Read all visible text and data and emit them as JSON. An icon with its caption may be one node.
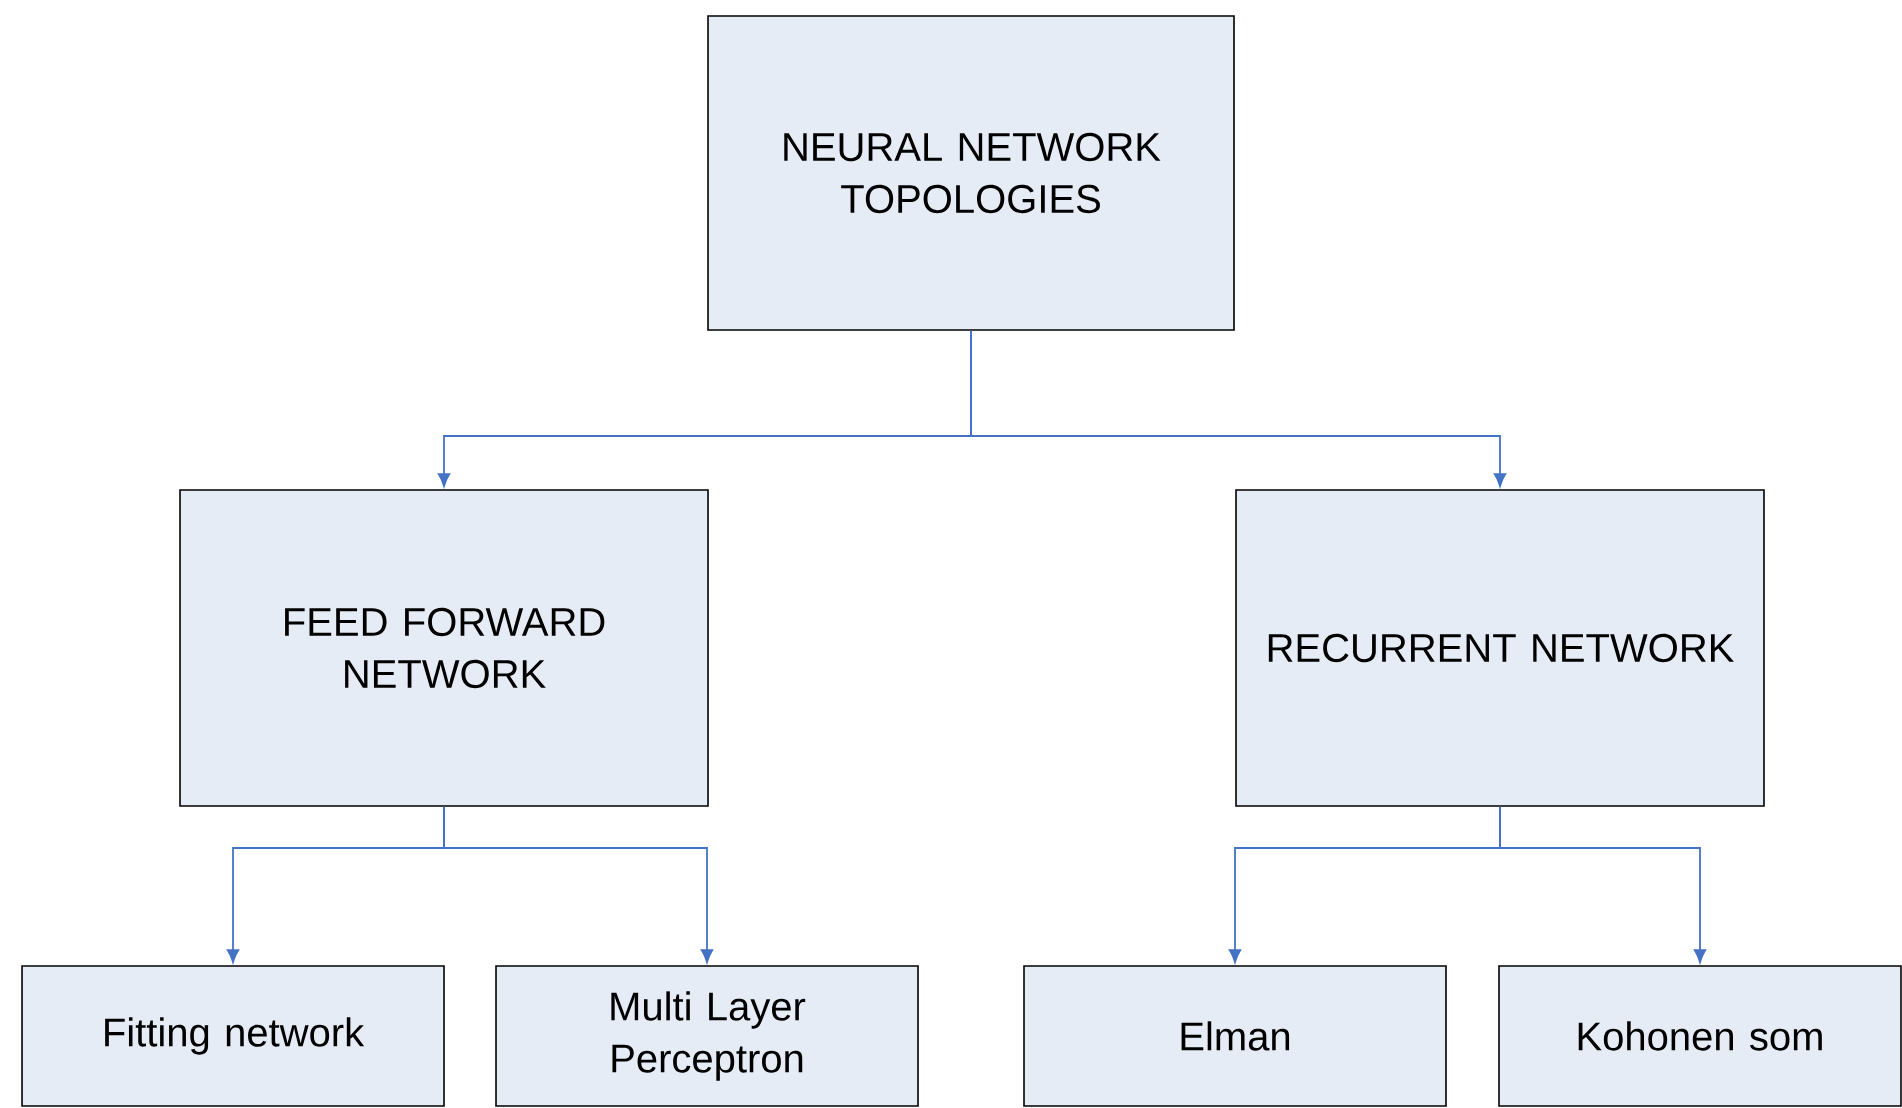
{
  "diagram": {
    "nodes": [
      {
        "text": [
          "NEURAL NETWORK TOPOLOGIES"
        ]
      },
      {
        "text": [
          "FEED FORWARD NETWORK"
        ]
      },
      {
        "text": [
          "RECURRENT NETWORK"
        ]
      },
      {
        "text": [
          "Fitting network"
        ]
      },
      {
        "text": [
          "Multi Layer Perceptron"
        ]
      },
      {
        "text": [
          "Elman"
        ]
      },
      {
        "text": [
          "Kohonen som"
        ]
      }
    ],
    "edges": [
      {
        "from": 0,
        "to": 1,
        "arrow": "to"
      },
      {
        "from": 0,
        "to": 2,
        "arrow": "to"
      },
      {
        "from": 1,
        "to": 3,
        "arrow": "to"
      },
      {
        "from": 1,
        "to": 4,
        "arrow": "to"
      },
      {
        "from": 2,
        "to": 5,
        "arrow": "to"
      },
      {
        "from": 2,
        "to": 6,
        "arrow": "to"
      }
    ]
  }
}
